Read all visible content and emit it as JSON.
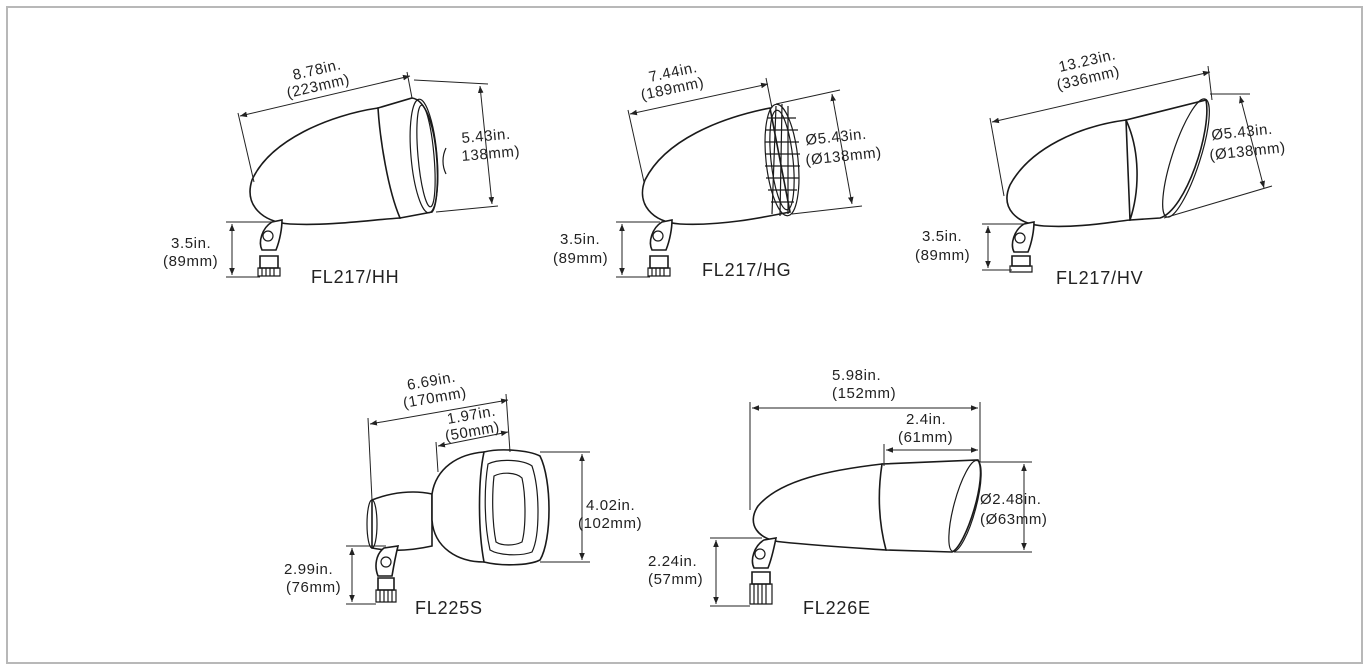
{
  "colors": {
    "frame": "#b8b8b8",
    "ink": "#222222",
    "background": "#ffffff"
  },
  "fixtures": [
    {
      "model": "FL217/HH",
      "length_in": "8.78in.",
      "length_mm": "(223mm)",
      "dia_in": "5.43in.",
      "dia_mm": "138mm)",
      "stem_in": "3.5in.",
      "stem_mm": "(89mm)"
    },
    {
      "model": "FL217/HG",
      "length_in": "7.44in.",
      "length_mm": "(189mm)",
      "dia_in": "Ø5.43in.",
      "dia_mm": "(Ø138mm)",
      "stem_in": "3.5in.",
      "stem_mm": "(89mm)"
    },
    {
      "model": "FL217/HV",
      "length_in": "13.23in.",
      "length_mm": "(336mm)",
      "dia_in": "Ø5.43in.",
      "dia_mm": "(Ø138mm)",
      "stem_in": "3.5in.",
      "stem_mm": "(89mm)"
    },
    {
      "model": "FL225S",
      "length_in": "6.69in.",
      "length_mm": "(170mm)",
      "shroud_in": "1.97in.",
      "shroud_mm": "(50mm)",
      "dia_in": "4.02in.",
      "dia_mm": "(102mm)",
      "stem_in": "2.99in.",
      "stem_mm": "(76mm)"
    },
    {
      "model": "FL226E",
      "length_in": "5.98in.",
      "length_mm": "(152mm)",
      "shroud_in": "2.4in.",
      "shroud_mm": "(61mm)",
      "dia_in": "Ø2.48in.",
      "dia_mm": "(Ø63mm)",
      "stem_in": "2.24in.",
      "stem_mm": "(57mm)"
    }
  ]
}
